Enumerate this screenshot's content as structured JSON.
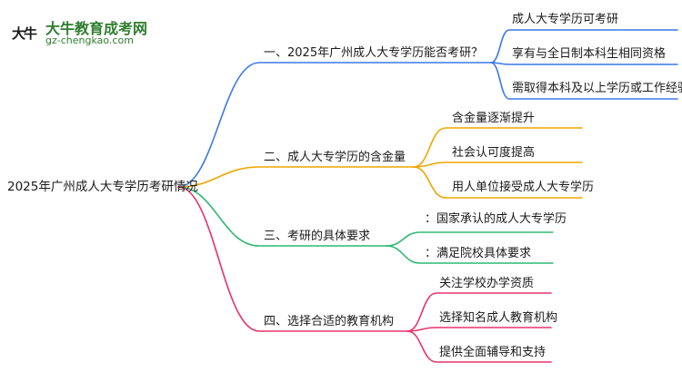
{
  "logo": {
    "mark": "大牛",
    "title": "大牛教育成考网",
    "url": "gz-chengkao.com"
  },
  "colors": {
    "blue": "#3b78e7",
    "orange": "#f0a500",
    "green": "#2eb872",
    "pink": "#e8336b"
  },
  "mindmap": {
    "root": "2025年广州成人大专学历考研情况",
    "branches": [
      {
        "label": "一、2025年广州成人大专学历能否考研？",
        "color": "blue",
        "children": [
          "成人大专学历可考研",
          "享有与全日制本科生相同资格",
          "需取得本科及以上学历或工作经验"
        ]
      },
      {
        "label": "二、成人大专学历的含金量",
        "color": "orange",
        "children": [
          "含金量逐渐提升",
          "社会认可度提高",
          "用人单位接受成人大专学历"
        ]
      },
      {
        "label": "三、考研的具体要求",
        "color": "green",
        "children": [
          "：国家承认的成人大专学历",
          "：满足院校具体要求"
        ]
      },
      {
        "label": "四、选择合适的教育机构",
        "color": "pink",
        "children": [
          "关注学校办学资质",
          "选择知名成人教育机构",
          "提供全面辅导和支持"
        ]
      }
    ]
  }
}
